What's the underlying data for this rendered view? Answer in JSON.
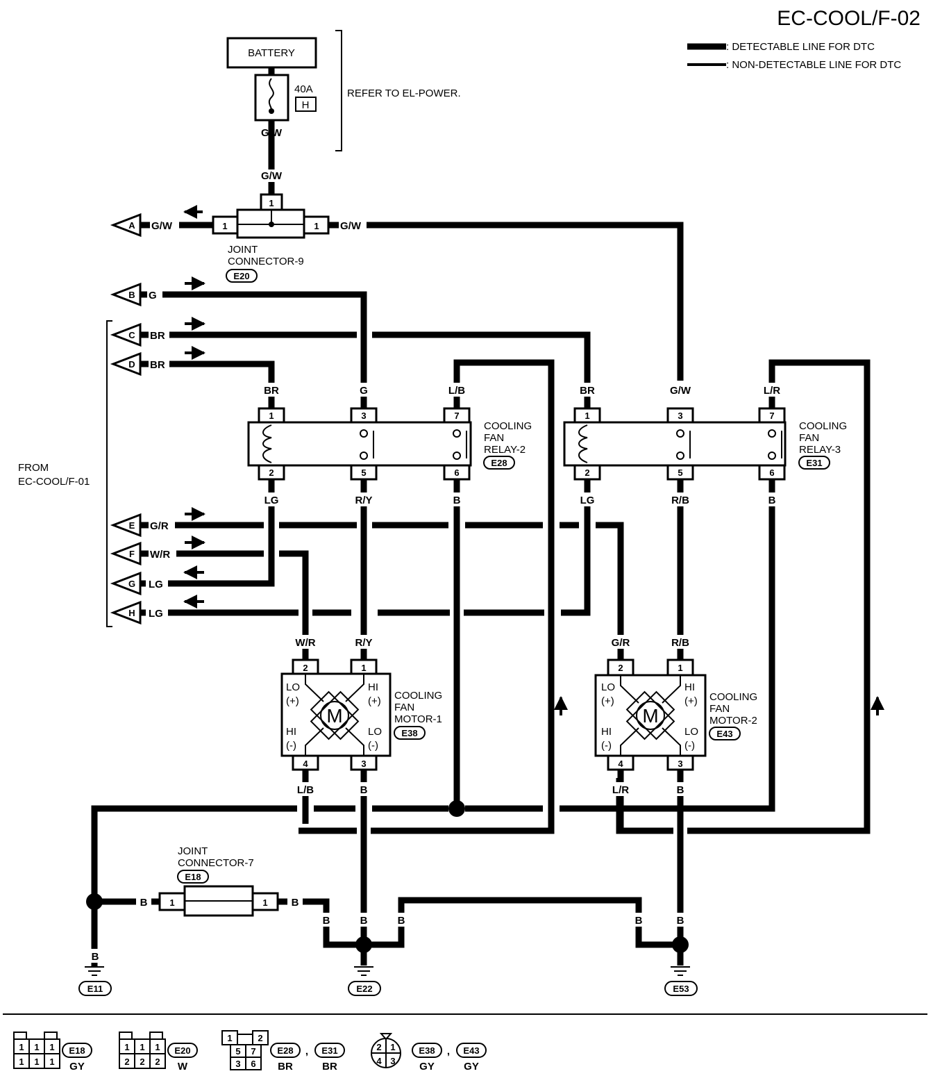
{
  "title": "EC-COOL/F-02",
  "legend": {
    "detectable": ": DETECTABLE LINE FOR DTC",
    "non_detectable": ": NON-DETECTABLE LINE FOR DTC"
  },
  "power": {
    "battery": "BATTERY",
    "fuse_rating": "40A",
    "fuse_letter": "H",
    "refer": "REFER TO EL-POWER.",
    "wire_fuse": "G/W",
    "wire_joint": "G/W"
  },
  "joint9": {
    "name1": "JOINT",
    "name2": "CONNECTOR-9",
    "code": "E20",
    "pin_top": "1",
    "pin_left": "1",
    "pin_right": "1",
    "wire_left": "G/W",
    "wire_right": "G/W"
  },
  "from": {
    "line1": "FROM",
    "line2": "EC-COOL/F-01"
  },
  "terminals": [
    {
      "id": "A",
      "wire": "G/W"
    },
    {
      "id": "B",
      "wire": "G"
    },
    {
      "id": "C",
      "wire": "BR"
    },
    {
      "id": "D",
      "wire": "BR"
    },
    {
      "id": "E",
      "wire": "G/R"
    },
    {
      "id": "F",
      "wire": "W/R"
    },
    {
      "id": "G",
      "wire": "LG"
    },
    {
      "id": "H",
      "wire": "LG"
    }
  ],
  "relay2": {
    "name1": "COOLING",
    "name2": "FAN",
    "name3": "RELAY-2",
    "code": "E28",
    "pins_top": [
      "1",
      "3",
      "7"
    ],
    "pins_bottom": [
      "2",
      "5",
      "6"
    ],
    "wires_top": [
      "BR",
      "G",
      "L/B"
    ],
    "wires_bottom": [
      "LG",
      "R/Y",
      "B"
    ]
  },
  "relay3": {
    "name1": "COOLING",
    "name2": "FAN",
    "name3": "RELAY-3",
    "code": "E31",
    "pins_top": [
      "1",
      "3",
      "7"
    ],
    "pins_bottom": [
      "2",
      "5",
      "6"
    ],
    "wires_top": [
      "BR",
      "G/W",
      "L/R"
    ],
    "wires_bottom": [
      "LG",
      "R/B",
      "B"
    ]
  },
  "motor1": {
    "name1": "COOLING",
    "name2": "FAN",
    "name3": "MOTOR-1",
    "code": "E38",
    "pins_top": [
      "2",
      "1"
    ],
    "pins_bottom": [
      "4",
      "3"
    ],
    "wires_top": [
      "W/R",
      "R/Y"
    ],
    "wires_bottom": [
      "L/B",
      "B"
    ],
    "lo": "LO",
    "hi": "HI",
    "plus": "(+)",
    "minus": "(-)",
    "m": "M"
  },
  "motor2": {
    "name1": "COOLING",
    "name2": "FAN",
    "name3": "MOTOR-2",
    "code": "E43",
    "pins_top": [
      "2",
      "1"
    ],
    "pins_bottom": [
      "4",
      "3"
    ],
    "wires_top": [
      "G/R",
      "R/B"
    ],
    "wires_bottom": [
      "L/R",
      "B"
    ],
    "lo": "LO",
    "hi": "HI",
    "plus": "(+)",
    "minus": "(-)",
    "m": "M"
  },
  "joint7": {
    "name1": "JOINT",
    "name2": "CONNECTOR-7",
    "code": "E18",
    "pin_left": "1",
    "pin_right": "1",
    "wire_left": "B",
    "wire_right": "B"
  },
  "grounds": [
    {
      "code": "E11",
      "wire": "B"
    },
    {
      "code": "E22",
      "wire_left": "B",
      "wire_mid": "B",
      "wire_right": "B"
    },
    {
      "code": "E53",
      "wire_left": "B",
      "wire_right": "B"
    }
  ],
  "footer": {
    "e18": {
      "code": "E18",
      "color": "GY",
      "pins": [
        "1",
        "1",
        "1",
        "1",
        "1",
        "1"
      ]
    },
    "e20": {
      "code": "E20",
      "color": "W",
      "pins": [
        "1",
        "1",
        "1",
        "2",
        "2",
        "2"
      ]
    },
    "e28": {
      "code": "E28",
      "color": "BR",
      "pins": [
        "1",
        "2",
        "5",
        "7",
        "3",
        "6"
      ]
    },
    "comma": ",",
    "e31": {
      "code": "E31",
      "color": "BR"
    },
    "e38": {
      "code": "E38",
      "color": "GY",
      "pins": [
        "2",
        "1",
        "4",
        "3"
      ]
    },
    "e43": {
      "code": "E43",
      "color": "GY"
    }
  }
}
